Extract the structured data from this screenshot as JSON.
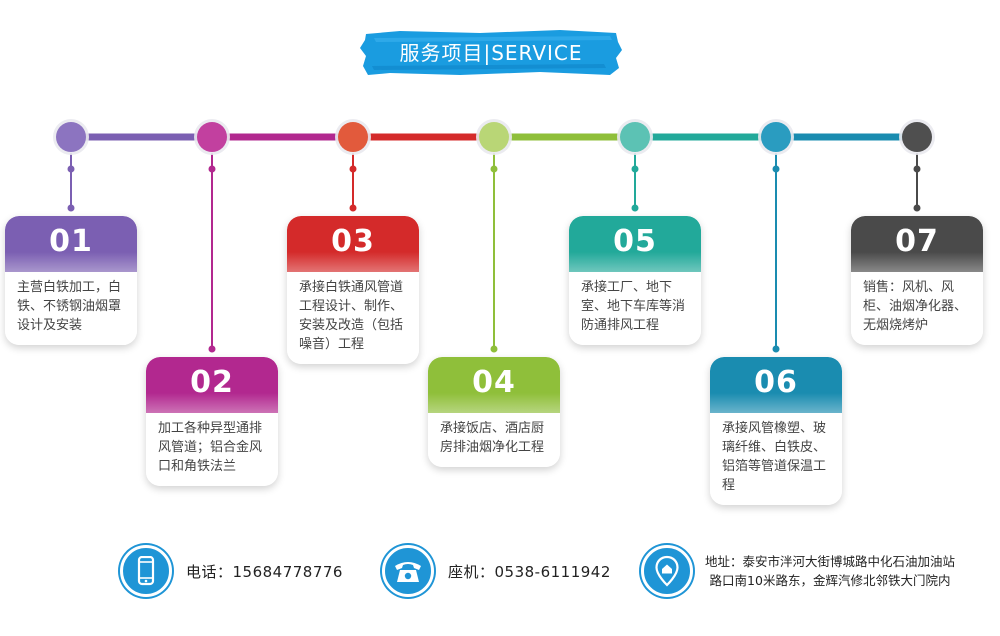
{
  "header": {
    "title": "服务项目|SERVICE",
    "color": "#1a9ce0"
  },
  "services": [
    {
      "num": "01",
      "text": "主营白铁加工，白铁、不锈钢油烟罩设计及安装",
      "color": "#7b5fb2",
      "dot": "#8c74c0"
    },
    {
      "num": "02",
      "text": "加工各种异型通排风管道；铝合金风口和角铁法兰",
      "color": "#b2288f",
      "dot": "#c2409f"
    },
    {
      "num": "03",
      "text": "承接白铁通风管道工程设计、制作、安装及改造（包括噪音）工程",
      "color": "#d42a2a",
      "dot": "#e25a3c"
    },
    {
      "num": "04",
      "text": "承接饭店、酒店厨房排油烟净化工程",
      "color": "#8fbf3a",
      "dot": "#b9d676"
    },
    {
      "num": "05",
      "text": "承接工厂、地下室、地下车库等消防通排风工程",
      "color": "#22a99a",
      "dot": "#5cc2b4"
    },
    {
      "num": "06",
      "text": "承接风管橡塑、玻璃纤维、白铁皮、铝箔等管道保温工程",
      "color": "#1a8cb0",
      "dot": "#2a9cc0"
    },
    {
      "num": "07",
      "text": "销售：风机、风柜、油烟净化器、无烟烧烤炉",
      "color": "#4a4a4a",
      "dot": "#4f4f4f"
    }
  ],
  "contact": {
    "phone": {
      "icon": "mobile-phone-icon",
      "text": "电话：15684778776"
    },
    "landline": {
      "icon": "telephone-icon",
      "text": "座机：0538-6111942"
    },
    "address": {
      "icon": "location-pin-icon",
      "line1": "地址：泰安市泮河大街博城路中化石油加油站",
      "line2": "路口南10米路东，金辉汽修北邻铁大门院内"
    },
    "accent": "#1f95d6"
  }
}
